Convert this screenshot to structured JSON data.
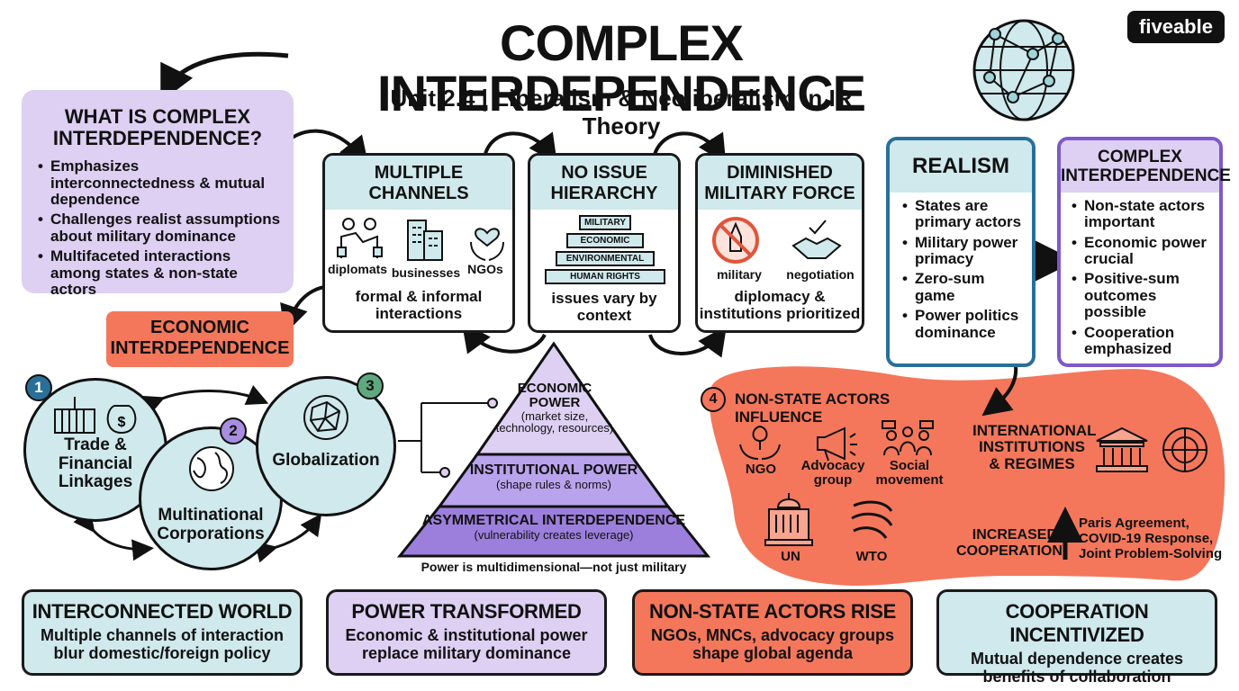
{
  "brand": "fiveable",
  "title": "COMPLEX INTERDEPENDENCE",
  "subtitle": "Unit 2.4 | Liberalism & Neoliberalism in IR Theory",
  "definition": {
    "heading_line1": "WHAT IS COMPLEX",
    "heading_line2": "INTERDEPENDENCE?",
    "bullets": [
      "Emphasizes interconnectedness & mutual dependence",
      "Challenges realist assumptions about military dominance",
      "Multifaceted interactions among states & non-state actors"
    ]
  },
  "panels": {
    "multiple_channels": {
      "title_line1": "MULTIPLE",
      "title_line2": "CHANNELS",
      "icon_labels": [
        "diplomats",
        "businesses",
        "NGOs"
      ],
      "caption_line1": "formal & informal",
      "caption_line2": "interactions"
    },
    "no_issue_hierarchy": {
      "title_line1": "NO ISSUE",
      "title_line2": "HIERARCHY",
      "stack": [
        "MILITARY",
        "ECONOMIC",
        "ENVIRONMENTAL",
        "HUMAN RIGHTS"
      ],
      "caption_line1": "issues vary by",
      "caption_line2": "context"
    },
    "diminished_military": {
      "title_line1": "DIMINISHED",
      "title_line2": "MILITARY FORCE",
      "icon_labels": [
        "military",
        "negotiation"
      ],
      "caption_line1": "diplomacy &",
      "caption_line2": "institutions prioritized"
    }
  },
  "economic": {
    "banner_line1": "ECONOMIC",
    "banner_line2": "INTERDEPENDENCE",
    "circles": [
      {
        "num": "1",
        "line1": "Trade &",
        "line2": "Financial",
        "line3": "Linkages"
      },
      {
        "num": "2",
        "line1": "Multinational",
        "line2": "Corporations"
      },
      {
        "num": "3",
        "line1": "Globalization"
      }
    ]
  },
  "pyramid": {
    "levels": [
      {
        "title_line1": "ECONOMIC",
        "title_line2": "POWER",
        "sub_line1": "(market size,",
        "sub_line2": "technology, resources)"
      },
      {
        "title": "INSTITUTIONAL POWER",
        "sub": "(shape rules & norms)"
      },
      {
        "title": "ASYMMETRICAL INTERDEPENDENCE",
        "sub": "(vulnerability creates leverage)"
      }
    ],
    "caption": "Power is multidimensional—not just military"
  },
  "comparison": {
    "realism": {
      "title": "REALISM",
      "bullets": [
        "States are primary actors",
        "Military power primacy",
        "Zero-sum game",
        "Power politics dominance"
      ]
    },
    "complex": {
      "title_line1": "COMPLEX",
      "title_line2": "INTERDEPENDENCE",
      "bullets": [
        "Non-state actors important",
        "Economic power crucial",
        "Positive-sum outcomes possible",
        "Cooperation emphasized"
      ]
    }
  },
  "non_state": {
    "num": "4",
    "title": "NON-STATE ACTORS INFLUENCE",
    "actors": [
      {
        "line1": "NGO"
      },
      {
        "line1": "Advocacy",
        "line2": "group"
      },
      {
        "line1": "Social",
        "line2": "movement"
      }
    ],
    "institutions_line1": "INTERNATIONAL",
    "institutions_line2": "INSTITUTIONS",
    "institutions_line3": "& REGIMES",
    "orgs": [
      "UN",
      "WTO"
    ],
    "cooperation_line1": "INCREASED",
    "cooperation_line2": "COOPERATION",
    "examples": [
      "Paris Agreement,",
      "COVID-19 Response,",
      "Joint Problem-Solving"
    ]
  },
  "takeaways": [
    {
      "title": "INTERCONNECTED WORLD",
      "line1": "Multiple channels of interaction",
      "line2": "blur domestic/foreign policy",
      "color": "#cfe9ec"
    },
    {
      "title": "POWER TRANSFORMED",
      "line1": "Economic & institutional power",
      "line2": "replace military dominance",
      "color": "#ddd0f3"
    },
    {
      "title": "NON-STATE ACTORS RISE",
      "line1": "NGOs, MNCs, advocacy groups",
      "line2": "shape global agenda",
      "color": "#f4775b"
    },
    {
      "title": "COOPERATION INCENTIVIZED",
      "line1": "Mutual dependence creates",
      "line2": "benefits of collaboration",
      "color": "#cfe9ec"
    }
  ],
  "colors": {
    "teal": "#cfe9ec",
    "lavender": "#ddd0f3",
    "coral": "#f4775b",
    "purple": "#a78ee0",
    "blue_border": "#2a6f97",
    "purple_border": "#7d59c9"
  }
}
